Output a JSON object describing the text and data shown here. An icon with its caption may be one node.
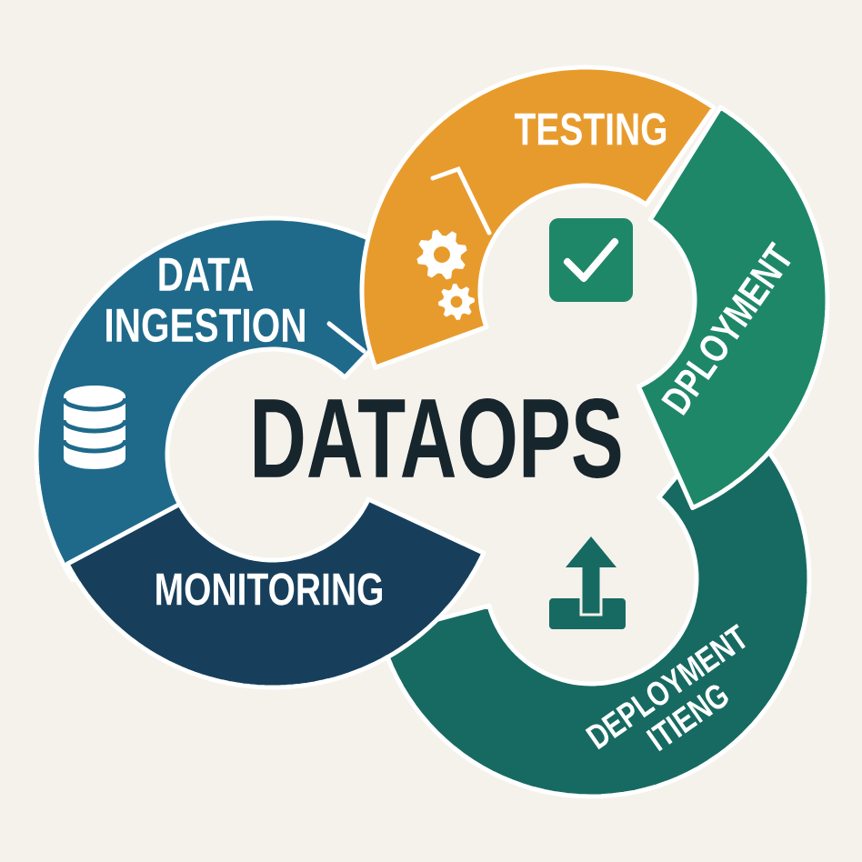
{
  "diagram": {
    "title": "DATAOPS",
    "nodes": [
      {
        "text": [
          "DATA INGESTION"
        ]
      },
      {
        "text": [
          "TESTING"
        ]
      },
      {
        "text": [
          "DPLOYMENT"
        ]
      },
      {
        "text": [
          "DEPLOYMENT ITIENG"
        ]
      },
      {
        "text": [
          "MONITORING"
        ]
      }
    ]
  }
}
